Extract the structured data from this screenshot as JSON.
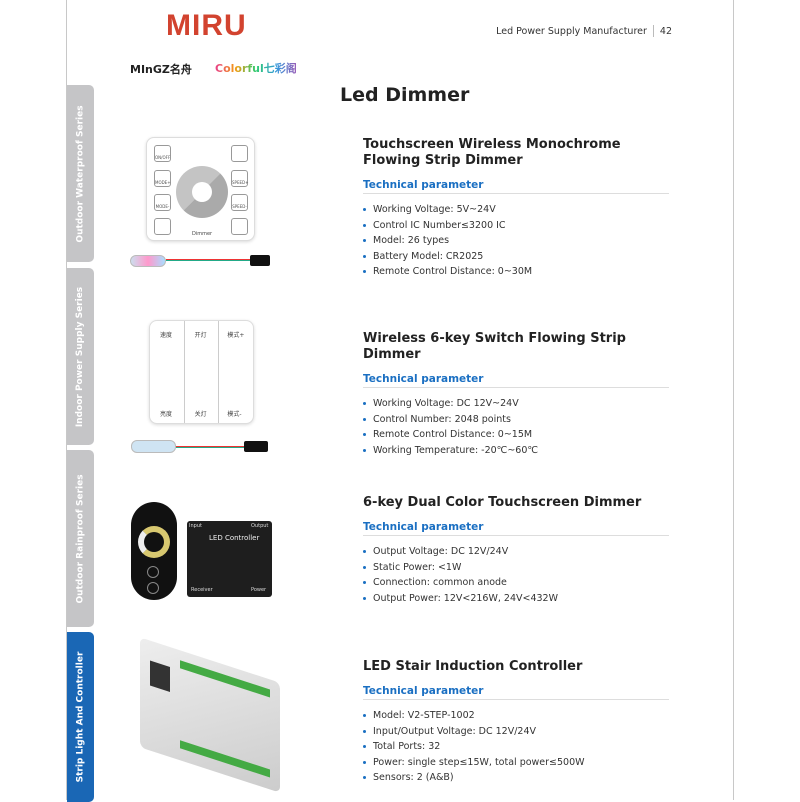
{
  "header": {
    "logo": "MIRU",
    "brand_mingz": "MInGZ名舟",
    "brand_colorful": "Colorful七彩阁",
    "tagline": "Led Power Supply Manufacturer",
    "page_number": "42"
  },
  "page_title": "Led Dimmer",
  "side_tabs": [
    {
      "label": "Outdoor Waterproof Series",
      "active": false
    },
    {
      "label": "Indoor Power Supply Series",
      "active": false
    },
    {
      "label": "Outdoor Rainproof Series",
      "active": false
    },
    {
      "label": "Strip Light And Controller",
      "active": true
    }
  ],
  "products": [
    {
      "title": "Touchscreen Wireless Monochrome Flowing Strip Dimmer",
      "param_heading": "Technical parameter",
      "specs": [
        "Working Voltage: 5V~24V",
        "Control IC Number≤3200 IC",
        "Model: 26 types",
        "Battery Model: CR2025",
        "Remote Control Distance: 0~30M"
      ],
      "image_labels": {
        "panel": "Dimmer",
        "on_off": "ON/OFF",
        "speed_plus": "SPEED+",
        "speed_minus": "SPEED-",
        "mode_plus": "MODE+",
        "mode_minus": "MODE-"
      }
    },
    {
      "title": "Wireless 6-key Switch Flowing Strip Dimmer",
      "param_heading": "Technical parameter",
      "specs": [
        "Working Voltage: DC 12V~24V",
        "Control Number: 2048 points",
        "Remote Control Distance: 0~15M",
        "Working Temperature: -20℃~60℃"
      ],
      "image_labels": [
        "速度",
        "开灯",
        "模式+",
        "亮度",
        "关灯",
        "模式-"
      ]
    },
    {
      "title": "6-key Dual Color Touchscreen Dimmer",
      "param_heading": "Technical parameter",
      "specs": [
        "Output Voltage: DC 12V/24V",
        "Static Power: <1W",
        "Connection: common anode",
        "Output Power: 12V<216W, 24V<432W"
      ],
      "image_labels": {
        "controller": "LED Controller",
        "input": "Input",
        "output": "Output",
        "receiver": "Receiver",
        "power": "Power"
      }
    },
    {
      "title": "LED Stair Induction Controller",
      "param_heading": "Technical parameter",
      "specs": [
        "Model: V2-STEP-1002",
        "Input/Output Voltage: DC 12V/24V",
        "Total Ports: 32",
        "Power: single step≤15W, total power≤500W",
        "Sensors: 2 (A&B)"
      ]
    }
  ],
  "colors": {
    "brand_red": "#d2432f",
    "accent_blue": "#1a6fc2",
    "tab_active": "#1a67b5",
    "tab_inactive": "#c5c5c7"
  }
}
